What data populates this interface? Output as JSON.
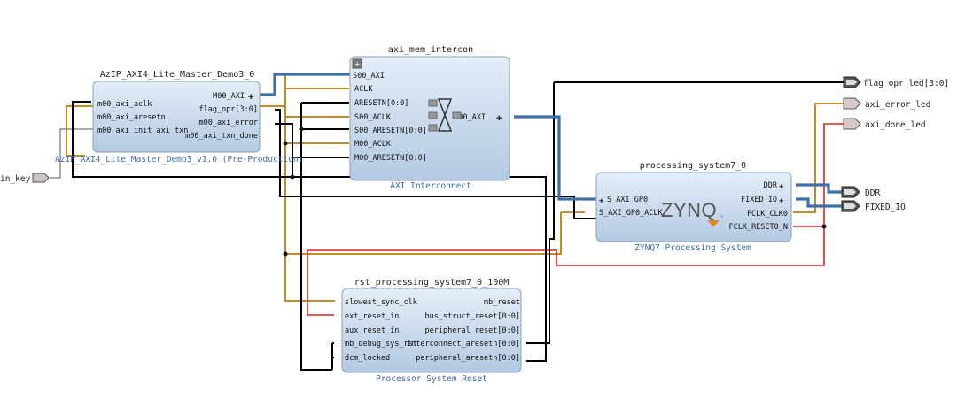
{
  "blocks": {
    "azip": {
      "title": "AzIP_AXI4_Lite_Master_Demo3_0",
      "subtitle": "AzIP_AXI4_Lite_Master_Demo3_v1.0 (Pre-Production)",
      "left_pins": [
        "m00_axi_aclk",
        "m00_axi_aresetn",
        "m00_axi_init_axi_txn"
      ],
      "right_pins": [
        "M00_AXI",
        "flag_opr[3:0]",
        "m00_axi_error",
        "m00_axi_txn_done"
      ]
    },
    "axi_mem": {
      "title": "axi_mem_intercon",
      "subtitle": "AXI Interconnect",
      "left_pins": [
        "S00_AXI",
        "ACLK",
        "ARESETN[0:0]",
        "S00_ACLK",
        "S00_ARESETN[0:0]",
        "M00_ACLK",
        "M00_ARESETN[0:0]"
      ],
      "right_pins": [
        "M00_AXI"
      ]
    },
    "ps7": {
      "title": "processing_system7_0",
      "subtitle": "ZYNQ7 Processing System",
      "logo": "ZYNQ",
      "left_pins": [
        "S_AXI_GP0",
        "S_AXI_GP0_ACLK"
      ],
      "right_pins": [
        "DDR",
        "FIXED_IO",
        "FCLK_CLK0",
        "FCLK_RESET0_N"
      ]
    },
    "rst": {
      "title": "rst_processing_system7_0_100M",
      "subtitle": "Processor System Reset",
      "left_pins": [
        "slowest_sync_clk",
        "ext_reset_in",
        "aux_reset_in",
        "mb_debug_sys_rst",
        "dcm_locked"
      ],
      "right_pins": [
        "mb_reset",
        "bus_struct_reset[0:0]",
        "peripheral_reset[0:0]",
        "interconnect_aresetn[0:0]",
        "peripheral_aresetn[0:0]"
      ]
    }
  },
  "ports": {
    "in_key": "in_key",
    "flag_opr_led": "flag_opr_led[3:0]",
    "axi_error_led": "axi_error_led",
    "axi_done_led": "axi_done_led",
    "ddr": "DDR",
    "fixed_io": "FIXED_IO"
  },
  "colors": {
    "clock_net": "#c08a25",
    "reset_net": "#e02020",
    "bus_net": "#3d6fa8",
    "signal_net": "#000000",
    "block_fill_top": "#dfeaf6",
    "block_fill_bottom": "#b5cbe3",
    "subtitle_text": "#3f6fb0"
  }
}
